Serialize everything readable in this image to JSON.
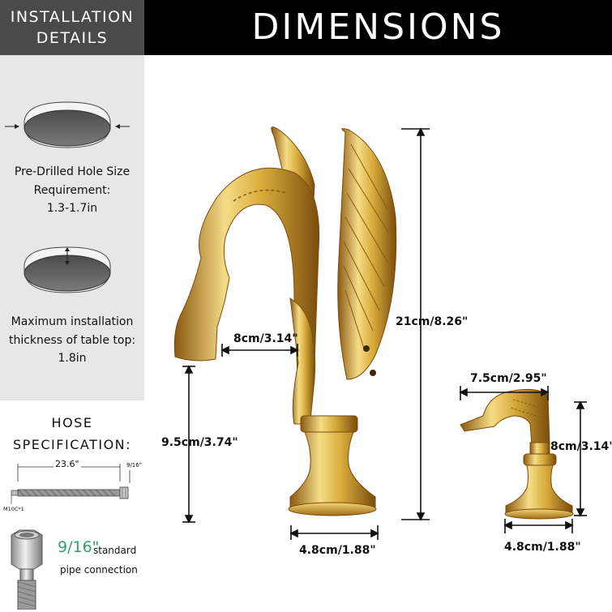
{
  "left_header": {
    "line1": "INSTALLATION",
    "line2": "DETAILS"
  },
  "right_header": {
    "title": "DIMENSIONS"
  },
  "hole": {
    "line1": "Pre-Drilled Hole Size",
    "line2": "Requirement:",
    "line3": "1.3-1.7in"
  },
  "thickness": {
    "line1": "Maximum installation",
    "line2": "thickness of table top:",
    "line3": "1.8in"
  },
  "hose": {
    "title_line1": "HOSE",
    "title_line2": "SPECIFICATION:",
    "length": "23.6\"",
    "end_size": "9/16\"",
    "thread": "M10C*1",
    "connector_size": "9/16\"",
    "connector_text1": "standard",
    "connector_text2": "pipe connection"
  },
  "dimensions": {
    "spout_reach": "8cm/3.14\"",
    "spout_height": "9.5cm/3.74\"",
    "total_height": "21cm/8.26\"",
    "base_width": "4.8cm/1.88\"",
    "handle_length": "7.5cm/2.95\"",
    "handle_height": "8cm/3.14\"",
    "handle_base_width": "4.8cm/1.88\""
  },
  "colors": {
    "header_left": "#4a4a4a",
    "header_right": "#000000",
    "panel": "#e7e7e7",
    "gold": "#d9ac3c",
    "accent_green": "#2ea36b"
  }
}
